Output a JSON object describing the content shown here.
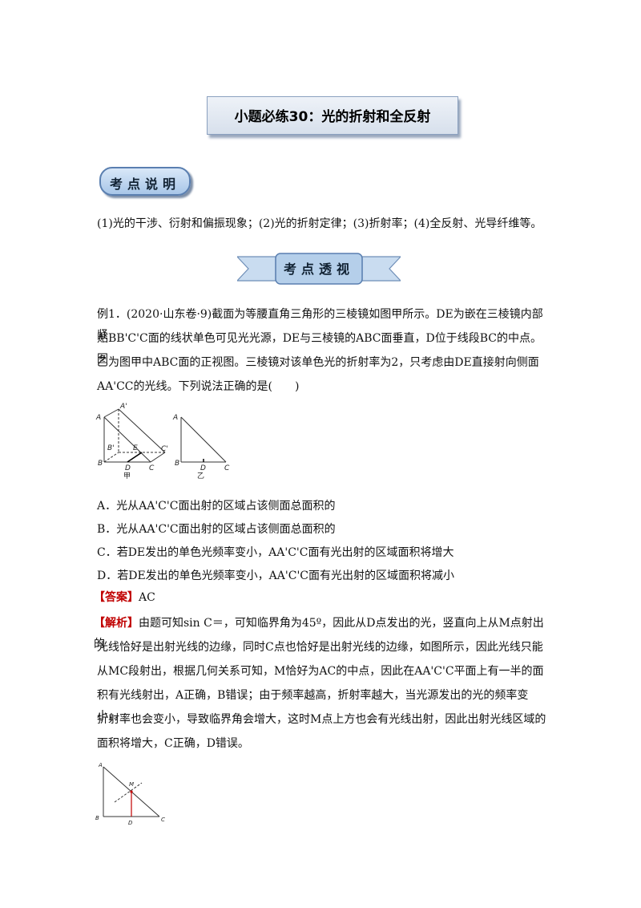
{
  "title": "小题必练30：光的折射和全反射",
  "badge1": "考点说明",
  "intro": "(1)光的干涉、衍射和偏振现象；(2)光的折射定律；(3)折射率；(4)全反射、光导纤维等。",
  "badge2": "考点透视",
  "example": {
    "line1": "例1．(2020·山东卷·9)截面为等腰直角三角形的三棱镜如图甲所示。DE为嵌在三棱镜内部紧",
    "line2": "贴BB'C'C面的线状单色可见光光源，DE与三棱镜的ABC面垂直，D位于线段BC的中点。图",
    "line3": "乙为图甲中ABC面的正视图。三棱镜对该单色光的折射率为2，只考虑由DE直接射向侧面",
    "line4": "AA'CC的光线。下列说法正确的是(　　)"
  },
  "figure1": {
    "labels": [
      "A'",
      "A",
      "B'",
      "E",
      "C'",
      "B",
      "D",
      "C",
      "甲"
    ],
    "labels2": [
      "A",
      "B",
      "D",
      "C",
      "乙"
    ]
  },
  "options": {
    "A": "A．光从AA'C'C面出射的区域占该侧面总面积的",
    "B": "B．光从AA'C'C面出射的区域占该侧面总面积的",
    "C": "C．若DE发出的单色光频率变小，AA'C'C面有光出射的区域面积将增大",
    "D": "D．若DE发出的单色光频率变小，AA'C'C面有光出射的区域面积将减小"
  },
  "answer": {
    "tag": "【答案】",
    "value": "AC"
  },
  "analysis": {
    "tag": "【解析】",
    "line1": "由题可知sin C＝，可知临界角为45º，因此从D点发出的光，竖直向上从M点射出的",
    "line2": "光线恰好是出射光线的边缘，同时C点也恰好是出射光线的边缘，如图所示，因此光线只能",
    "line3": "从MC段射出，根据几何关系可知，M恰好为AC的中点，因此在AA'C'C平面上有一半的面",
    "line4": "积有光线射出，A正确，B错误；由于频率越高，折射率越大，当光源发出的光的频率变小，，",
    "line5": "折射率也会变小，导致临界角会增大，这时M点上方也会有光线出射，因此出射光线区域的",
    "line6": "面积将增大，C正确，D错误。"
  },
  "figure2": {
    "labels": [
      "A",
      "M",
      "B",
      "D",
      "C"
    ]
  },
  "colors": {
    "accent_red": "#c00000",
    "banner_border": "#8aa0bf",
    "badge_blue": "#a8c6e8"
  }
}
